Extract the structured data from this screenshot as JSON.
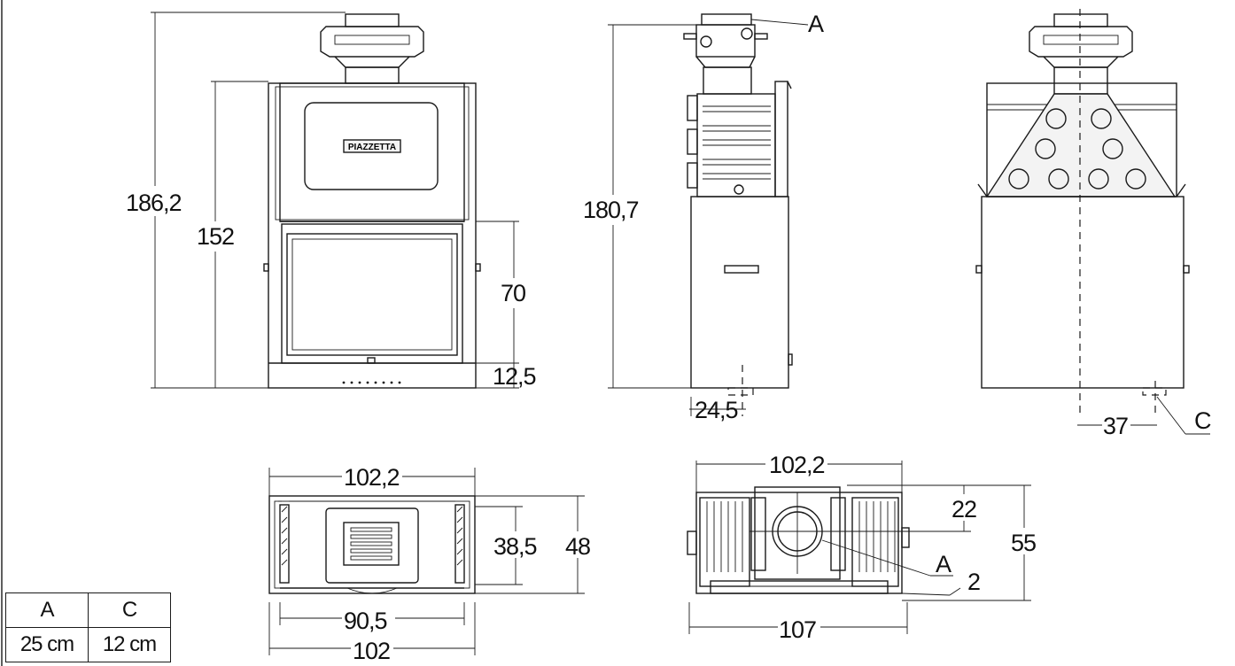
{
  "dimensions": {
    "front_total_height": "186,2",
    "front_body_height": "152",
    "glass_height": "70",
    "base_height": "12,5",
    "side_total_height": "180,7",
    "side_outlet_offset": "24,5",
    "rear_outlet_offset": "37",
    "top_width": "102,2",
    "top_inner_depth": "38,5",
    "top_depth": "48",
    "top_inner_width": "90,5",
    "top_bottom_width": "102",
    "plan_width": "102,2",
    "plan_offset": "22",
    "plan_depth": "55",
    "plan_gap": "2",
    "plan_total_width": "107"
  },
  "labels": {
    "outlet_a_side": "A",
    "outlet_c_rear": "C",
    "outlet_a_plan": "A",
    "brand_plate": "PIAZZETTA"
  },
  "legend": {
    "headers": [
      "A",
      "C"
    ],
    "values": [
      "25 cm",
      "12 cm"
    ]
  }
}
